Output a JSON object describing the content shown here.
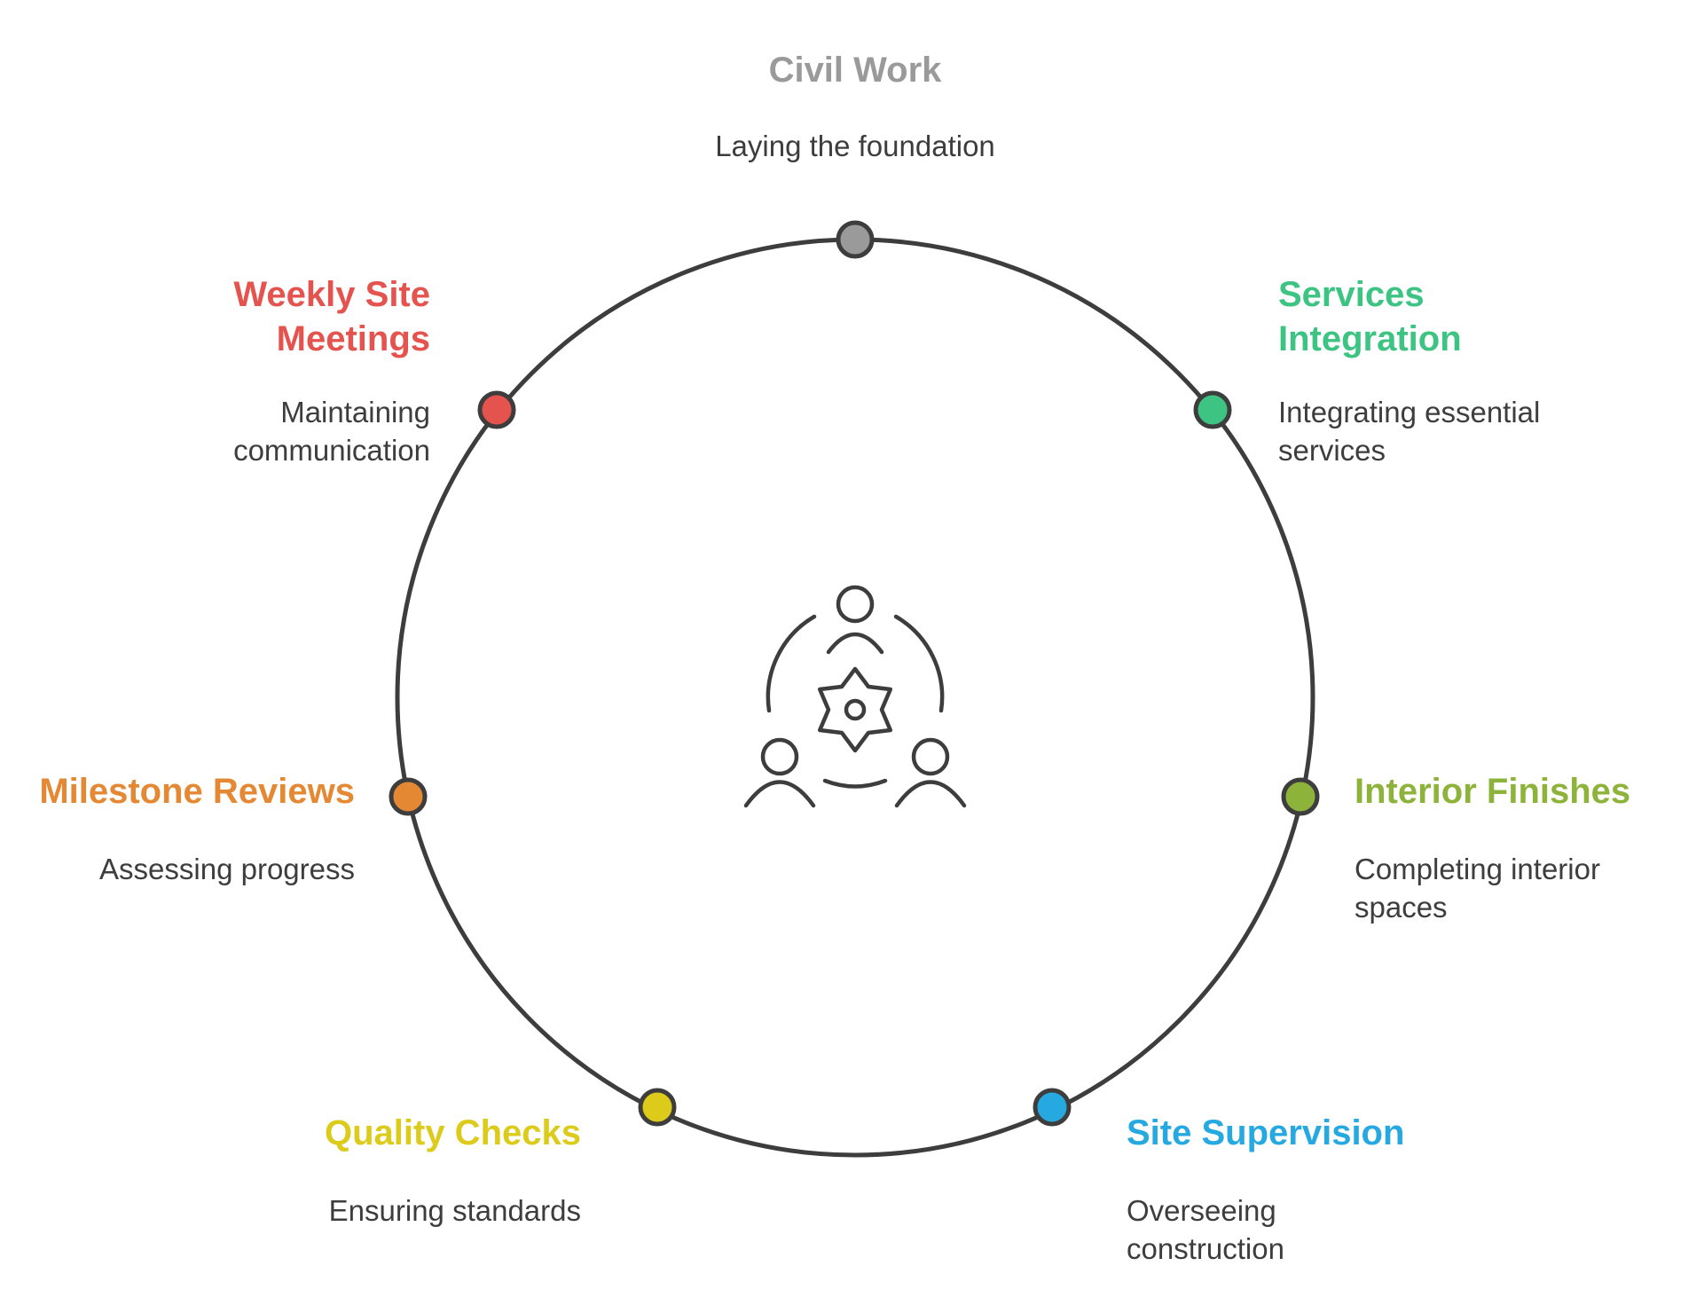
{
  "stages": [
    {
      "id": "civil-work",
      "title": "Civil Work",
      "description": "Laying the foundation",
      "color": "#9a9a9a"
    },
    {
      "id": "services-integration",
      "title": "Services\nIntegration",
      "description": "Integrating essential\nservices",
      "color": "#3dc483"
    },
    {
      "id": "interior-finishes",
      "title": "Interior Finishes",
      "description": "Completing interior\nspaces",
      "color": "#8db33a"
    },
    {
      "id": "site-supervision",
      "title": "Site Supervision",
      "description": "Overseeing\nconstruction",
      "color": "#26a8e0"
    },
    {
      "id": "quality-checks",
      "title": "Quality Checks",
      "description": "Ensuring standards",
      "color": "#dccb1a"
    },
    {
      "id": "milestone-reviews",
      "title": "Milestone Reviews",
      "description": "Assessing progress",
      "color": "#e48834"
    },
    {
      "id": "weekly-site-meetings",
      "title": "Weekly Site\nMeetings",
      "description": "Maintaining\ncommunication",
      "color": "#e5534f"
    }
  ],
  "ring_color": "#3d3d3d",
  "center_icon": "team-collaboration-gear-icon"
}
